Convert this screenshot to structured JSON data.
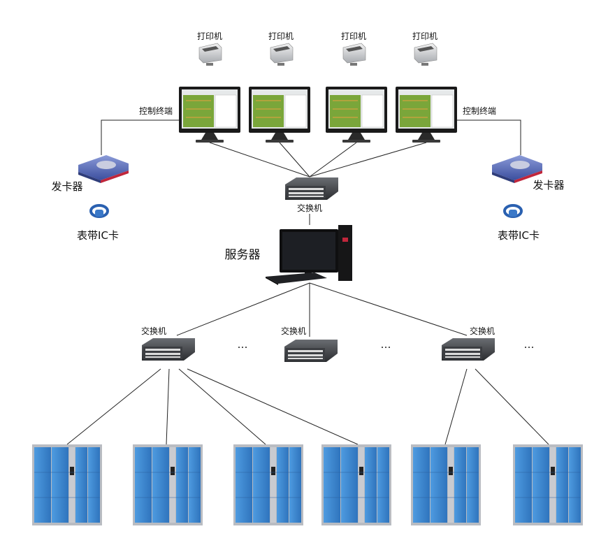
{
  "top": {
    "printer_label": "打印机",
    "terminal_label": "控制终端",
    "card_issuer_label": "发卡器",
    "wristband_label": "表带IC卡"
  },
  "core": {
    "switch_label": "交换机",
    "server_label": "服务器"
  },
  "bottom": {
    "switch_label": "交换机",
    "ellipsis": "…"
  },
  "colors": {
    "locker_blue": "#3a86cf",
    "locker_frame": "#b9bcc2",
    "line": "#222222",
    "screen_green": "#7aa63a"
  }
}
